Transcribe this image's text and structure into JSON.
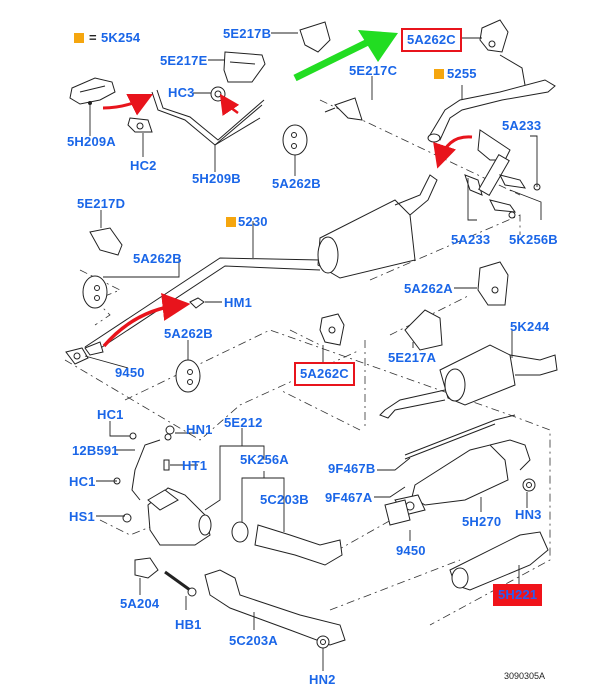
{
  "diagram": {
    "title": "Exhaust system exploded parts diagram",
    "reference_code": "3090305A",
    "legend": {
      "symbol": "orange-square",
      "equals": "=",
      "part": "5K254",
      "color": "#f5a60f"
    },
    "colors": {
      "label_text": "#1a66e8",
      "highlight_box_border": "#e8141c",
      "highlight_fill": "#f0131a",
      "arrow_red": "#e8141c",
      "arrow_green": "#22dd22",
      "line_art": "#222222"
    },
    "labels": {
      "5E217B": "5E217B",
      "5E217E": "5E217E",
      "HC3": "HC3",
      "5H209A": "5H209A",
      "HC2": "HC2",
      "5H209B": "5H209B",
      "5A262C_top": "5A262C",
      "5E217C": "5E217C",
      "5255": "5255",
      "5A262B_top": "5A262B",
      "5A233_top": "5A233",
      "5A233_bottom": "5A233",
      "5K256B": "5K256B",
      "5E217D": "5E217D",
      "5230": "5230",
      "5A262B_left": "5A262B",
      "HM1": "HM1",
      "5A262B_lower": "5A262B",
      "9450_left": "9450",
      "5A262C_mid": "5A262C",
      "5A262A": "5A262A",
      "5K244": "5K244",
      "5E217A": "5E217A",
      "HC1_top": "HC1",
      "HN1": "HN1",
      "12B591": "12B591",
      "HT1": "HT1",
      "HC1_bottom": "HC1",
      "HS1": "HS1",
      "5E212": "5E212",
      "5K256A": "5K256A",
      "5C203B": "5C203B",
      "9F467B": "9F467B",
      "9F467A": "9F467A",
      "5H270": "5H270",
      "HN3": "HN3",
      "9450_right": "9450",
      "5H221": "5H221",
      "5A204": "5A204",
      "HB1": "HB1",
      "5C203A": "5C203A",
      "HN2": "HN2"
    },
    "highlighted_parts": [
      "5A262C",
      "5A262C",
      "5H221"
    ],
    "orange_marked_parts": [
      "5255",
      "5230"
    ]
  }
}
